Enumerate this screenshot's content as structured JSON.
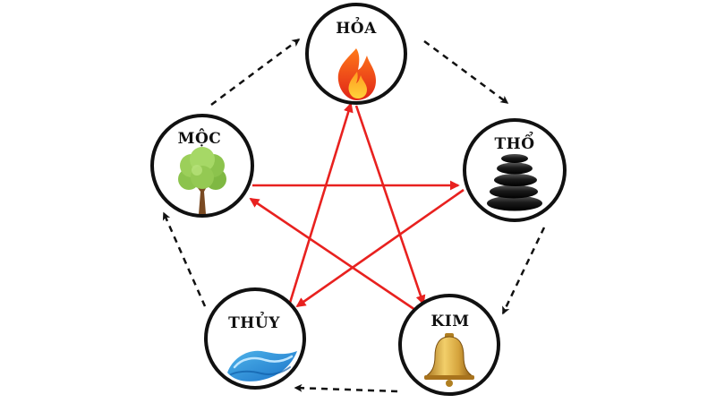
{
  "elements": [
    {
      "id": "hoa",
      "label": "HỎA",
      "icon": "fire-icon"
    },
    {
      "id": "tho",
      "label": "THỔ",
      "icon": "stacked-stones-icon"
    },
    {
      "id": "kim",
      "label": "KIM",
      "icon": "bell-icon"
    },
    {
      "id": "thuy",
      "label": "THỦY",
      "icon": "water-wave-icon"
    },
    {
      "id": "moc",
      "label": "MỘC",
      "icon": "tree-icon"
    }
  ],
  "generating_cycle": {
    "style": "dashed",
    "color": "#111111",
    "edges": [
      [
        "hoa",
        "tho"
      ],
      [
        "tho",
        "kim"
      ],
      [
        "kim",
        "thuy"
      ],
      [
        "thuy",
        "moc"
      ],
      [
        "moc",
        "hoa"
      ]
    ]
  },
  "overcoming_cycle": {
    "style": "solid",
    "color": "#e8211f",
    "edges": [
      [
        "hoa",
        "kim"
      ],
      [
        "kim",
        "moc"
      ],
      [
        "moc",
        "tho"
      ],
      [
        "tho",
        "thuy"
      ],
      [
        "thuy",
        "hoa"
      ]
    ]
  }
}
